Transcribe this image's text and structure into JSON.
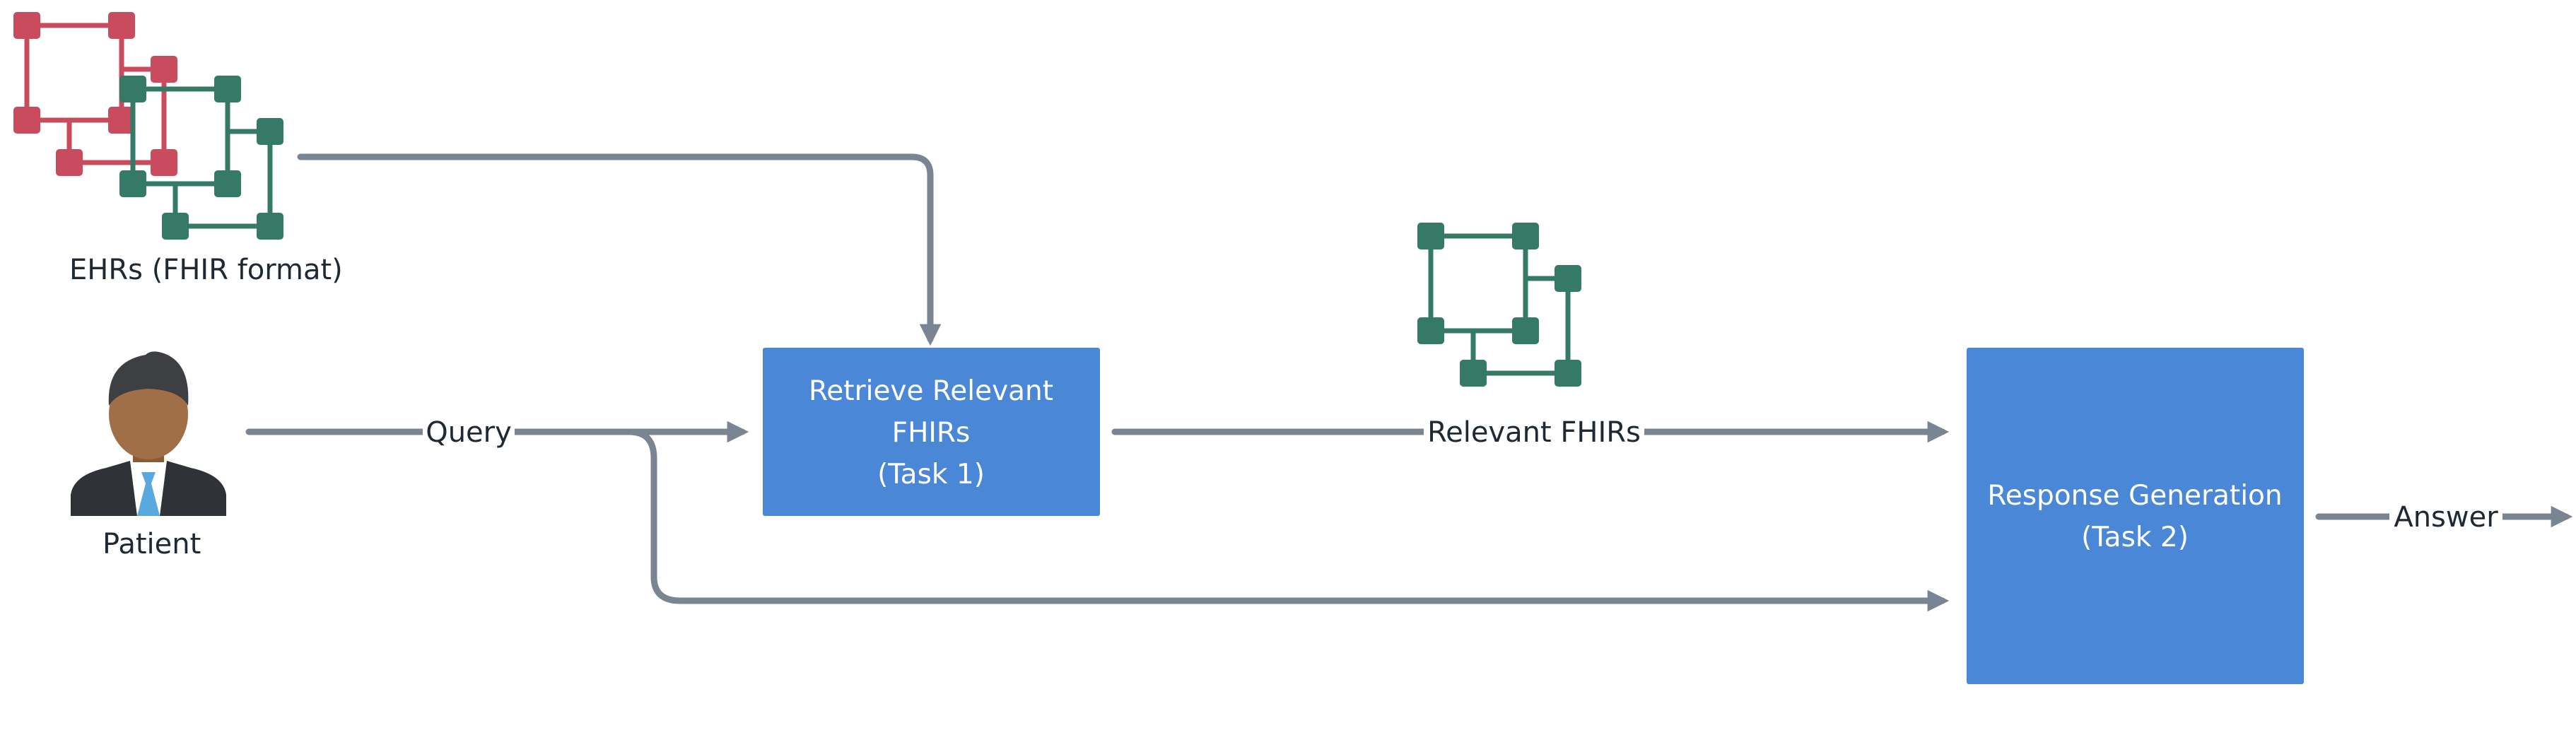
{
  "colors": {
    "background": "#ffffff",
    "arrow": "#7a8593",
    "process_box": "#4a87d6",
    "process_text": "#ffffff",
    "fhir_red": "#c84b5e",
    "fhir_green": "#357a66",
    "label_text": "#1f2933"
  },
  "icons": {
    "ehr": "fhir-network-red-green-icon",
    "patient": "patient-person-icon",
    "relevant": "fhir-network-green-icon"
  },
  "nodes": {
    "ehrs": {
      "label": "EHRs (FHIR format)"
    },
    "patient": {
      "label": "Patient"
    },
    "retrieve": {
      "line1": "Retrieve Relevant",
      "line2": "FHIRs",
      "line3": "(Task 1)"
    },
    "generate": {
      "line1": "Response Generation",
      "line2": "(Task 2)"
    }
  },
  "edges": {
    "query": "Query",
    "relevant": "Relevant FHIRs",
    "answer": "Answer"
  }
}
